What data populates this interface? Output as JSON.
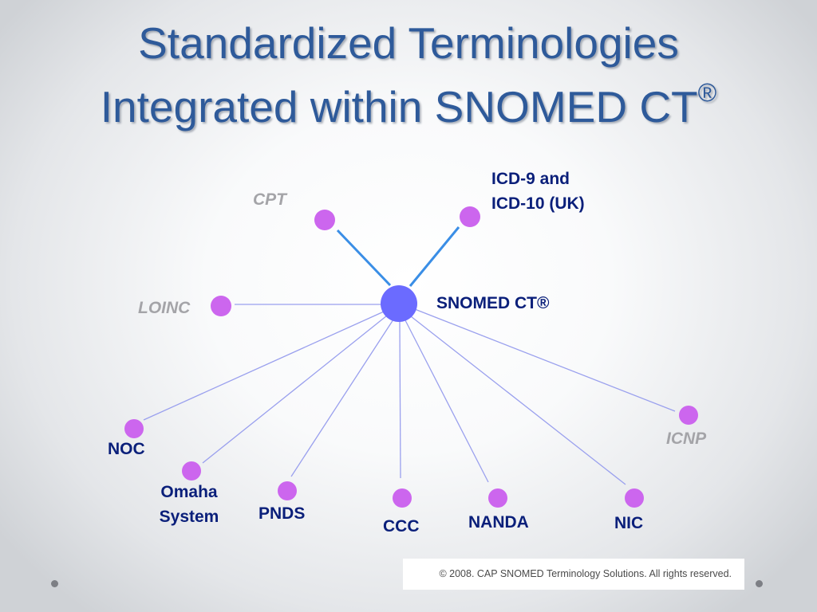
{
  "title": {
    "line1": "Standardized Terminologies",
    "line2": "Integrated within SNOMED CT",
    "registered_mark": "®"
  },
  "center_node": {
    "label": "SNOMED CT®",
    "color": "#6b6bff"
  },
  "nodes": [
    {
      "id": "cpt",
      "label": "CPT",
      "style": "gray-italic"
    },
    {
      "id": "icd",
      "label_lines": [
        "ICD-9 and",
        "ICD-10 (UK)"
      ],
      "style": "navy-bold"
    },
    {
      "id": "loinc",
      "label": "LOINC",
      "style": "gray-italic"
    },
    {
      "id": "icnp",
      "label": "ICNP",
      "style": "gray-italic"
    },
    {
      "id": "noc",
      "label": "NOC",
      "style": "navy-bold"
    },
    {
      "id": "omaha",
      "label_lines": [
        "Omaha",
        "System"
      ],
      "style": "navy-bold"
    },
    {
      "id": "pnds",
      "label": "PNDS",
      "style": "navy-bold"
    },
    {
      "id": "ccc",
      "label": "CCC",
      "style": "navy-bold"
    },
    {
      "id": "nanda",
      "label": "NANDA",
      "style": "navy-bold"
    },
    {
      "id": "nic",
      "label": "NIC",
      "style": "navy-bold"
    }
  ],
  "colors": {
    "title": "#2e5a9a",
    "node_dot": "#cc66ee",
    "strong_link": "#3a8ee6",
    "weak_link": "#9aa0ee",
    "navy_label": "#0a1f7a",
    "gray_label": "#a4a4a8"
  },
  "footer": {
    "copyright": "© 2008. CAP SNOMED Terminology Solutions. All rights reserved."
  }
}
